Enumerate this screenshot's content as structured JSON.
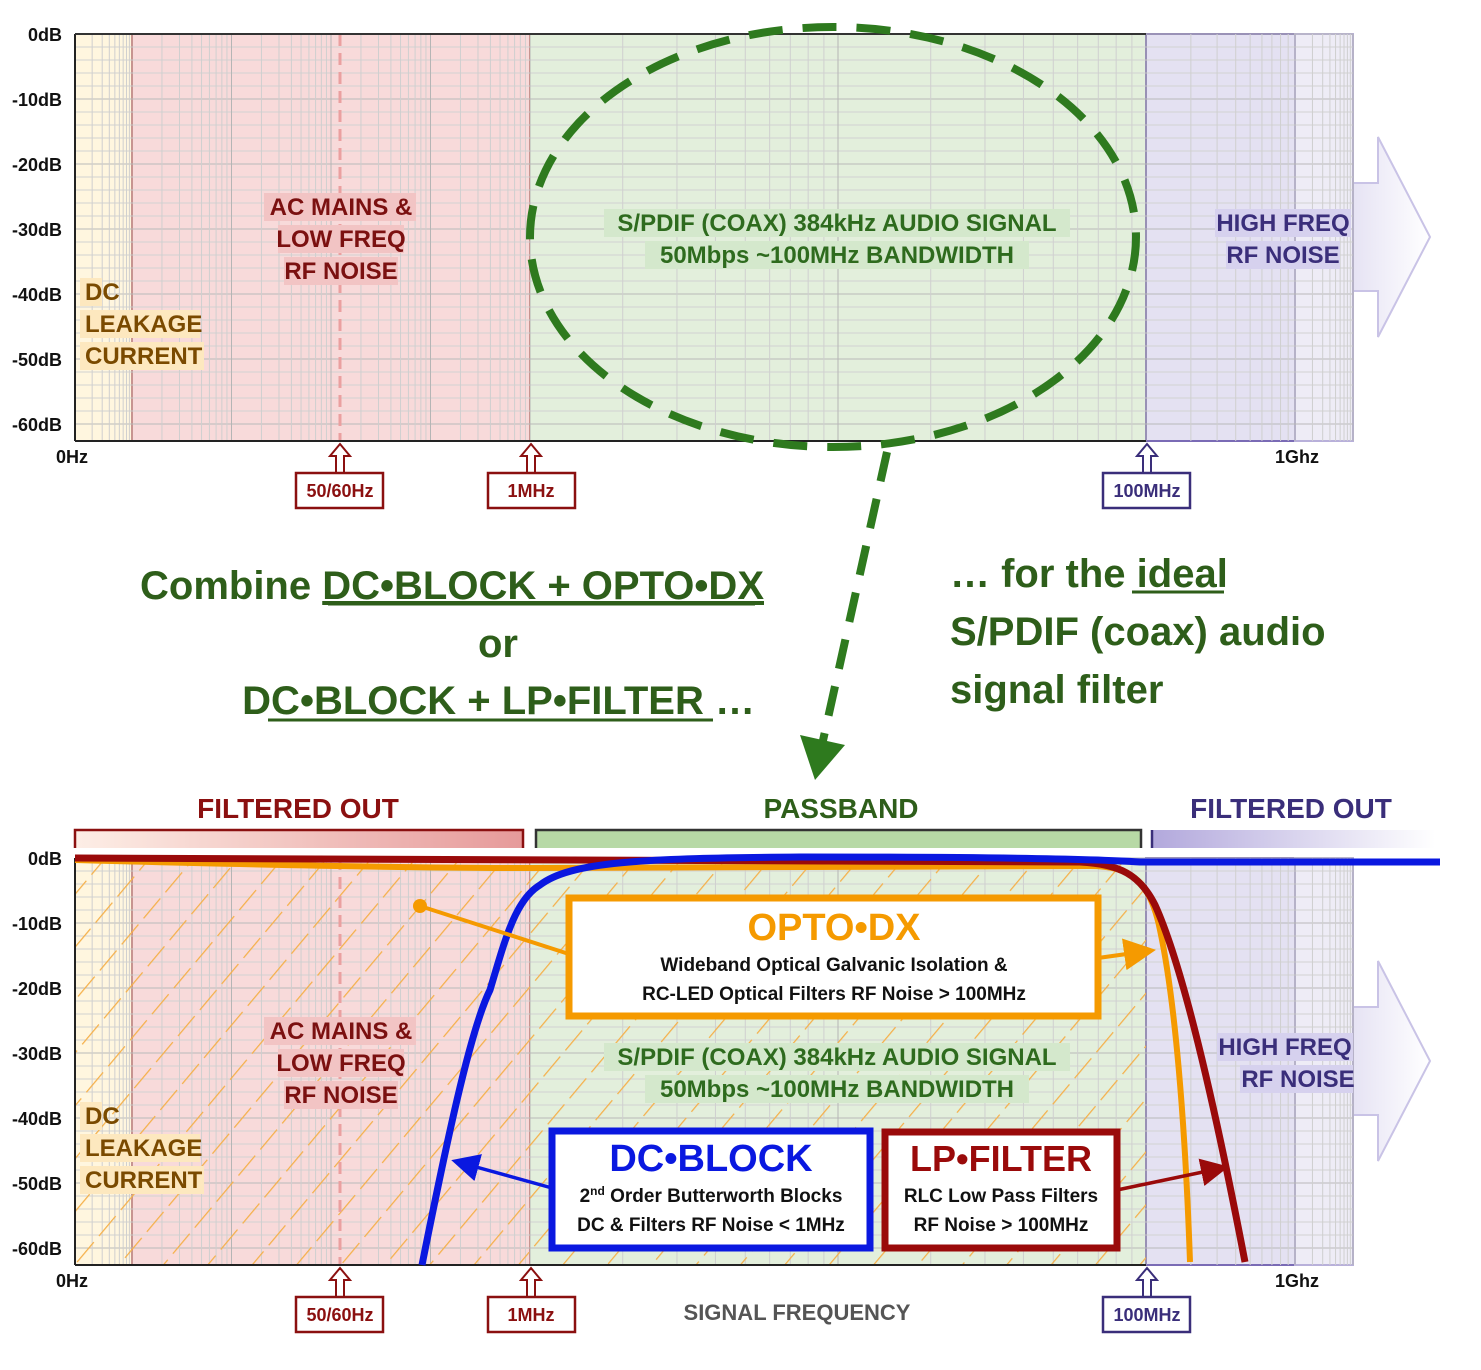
{
  "y_axis_labels": [
    "0dB",
    "-10dB",
    "-20dB",
    "-30dB",
    "-40dB",
    "-50dB",
    "-60dB"
  ],
  "x_axis": {
    "start": "0Hz",
    "end": "1Ghz",
    "title": "SIGNAL FREQUENCY"
  },
  "markers": {
    "mains": "50/60Hz",
    "one_mhz": "1MHz",
    "hundred_mhz": "100MHz"
  },
  "regions": {
    "dc": [
      "DC",
      "LEAKAGE",
      "CURRENT"
    ],
    "ac": [
      "AC MAINS &",
      "LOW FREQ",
      "RF NOISE"
    ],
    "spdif": [
      "S/PDIF (COAX) 384kHz AUDIO SIGNAL",
      "50Mbps ~100MHz BANDWIDTH"
    ],
    "hf": [
      "HIGH FREQ",
      "RF NOISE"
    ]
  },
  "middle": {
    "combine": "Combine ",
    "combo1": "DC•BLOCK + OPTO•DX",
    "or": "or",
    "combo2": "DC•BLOCK + LP•FILTER",
    "ellipsis": " …",
    "right1a": "… for the ",
    "right1b": "ideal",
    "right2": "S/PDIF (coax) audio",
    "right3": "signal filter"
  },
  "bands": {
    "left": "FILTERED OUT",
    "center": "PASSBAND",
    "right": "FILTERED OUT"
  },
  "opto": {
    "title": "OPTO•DX",
    "line1": "Wideband Optical Galvanic Isolation &",
    "line2": "RC-LED Optical Filters RF Noise > 100MHz"
  },
  "dcblock": {
    "title": "DC•BLOCK",
    "line1_a": "2",
    "line1_sup": "nd",
    "line1_b": " Order Butterworth Blocks",
    "line2": "DC & Filters RF Noise < 1MHz"
  },
  "lpfilter": {
    "title": "LP•FILTER",
    "line1": "RLC Low Pass Filters",
    "line2": "RF Noise > 100MHz"
  },
  "colors": {
    "green": "#2e5e1a",
    "red": "#8b1010",
    "purple": "#3a2e7a",
    "orange": "#f59a00",
    "blue": "#0a18e0",
    "darkred": "#9a0a0a"
  }
}
